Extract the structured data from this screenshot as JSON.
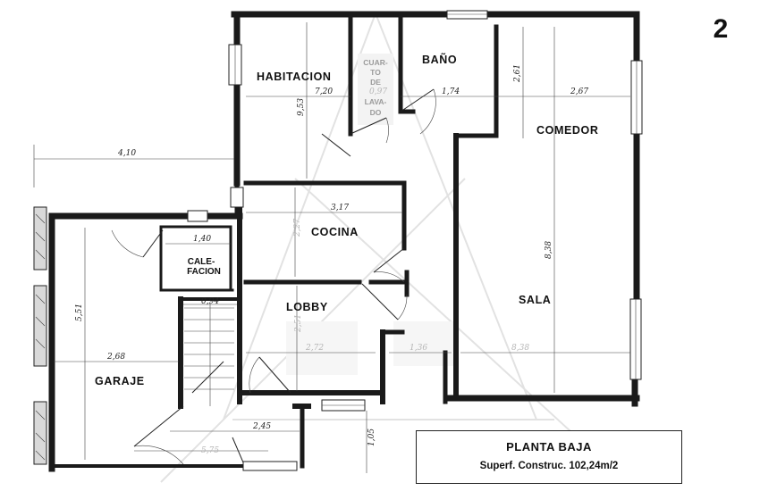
{
  "sheet_number": "2",
  "rooms": {
    "habitacion": "HABITACION",
    "cuarto_lavado": [
      "CUAR-",
      "TO",
      "DE",
      "LAVA-",
      "DO"
    ],
    "bano": "BAÑO",
    "comedor": "COMEDOR",
    "cocina": "COCINA",
    "calefaccion": [
      "CALE-",
      "FACION"
    ],
    "lobby": "LOBBY",
    "sala": "SALA",
    "garaje": "GARAJE"
  },
  "dimensions": {
    "d_410": "4,10",
    "d_720": "7,20",
    "d_097": "0,97",
    "d_174": "1,74",
    "d_261": "2,61",
    "d_267": "2,67",
    "d_953": "9,53",
    "d_317": "3,17",
    "d_140": "1,40",
    "d_227": "2,27",
    "d_838_v": "8,38",
    "d_094": "0,94",
    "d_551": "5,51",
    "d_251": "2,51",
    "d_272": "2,72",
    "d_136": "1,36",
    "d_838_h": "8,38",
    "d_268": "2,68",
    "d_245": "2,45",
    "d_575": "5,75",
    "d_105": "1,05"
  },
  "title_block": {
    "title": "PLANTA BAJA",
    "subtitle": "Superf. Construc. 102,24m/2"
  }
}
